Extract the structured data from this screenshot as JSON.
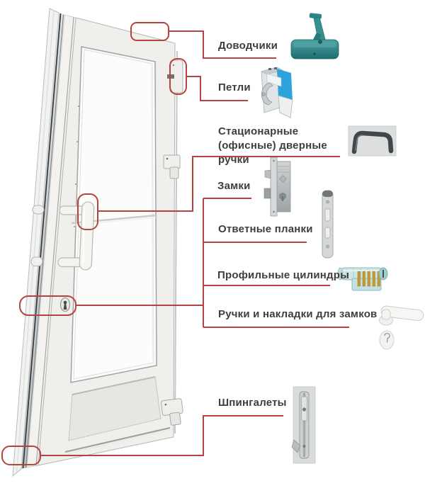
{
  "diagram": {
    "background": "#ffffff",
    "colors": {
      "accent_red": "#b5433f",
      "label_text": "#423d3a",
      "closer_teal": "#2f8a8c",
      "hinge_blue": "#2ea3dd",
      "cylinder_pins_gold": "#c79a2d"
    },
    "labels": [
      {
        "id": "door-closers",
        "text": "Доводчики",
        "icon": "door-closer-icon"
      },
      {
        "id": "hinges",
        "text": "Петли",
        "icon": "hinge-icon"
      },
      {
        "id": "office-door-handles",
        "text": "Стационарные (офисные) дверные ручки",
        "icon": "office-handle-icon"
      },
      {
        "id": "locks",
        "text": "Замки",
        "icon": "mortise-lock-icon"
      },
      {
        "id": "strike-plates",
        "text": "Ответные планки",
        "icon": "strike-plate-icon"
      },
      {
        "id": "profile-cylinders",
        "text": "Профильные цилиндры",
        "icon": "profile-cylinder-icon"
      },
      {
        "id": "lock-handles-covers",
        "text": "Ручки и накладки для замков",
        "icon": "lever-handle-icon"
      },
      {
        "id": "flush-bolts",
        "text": "Шпингалеты",
        "icon": "flush-bolt-icon"
      }
    ]
  }
}
